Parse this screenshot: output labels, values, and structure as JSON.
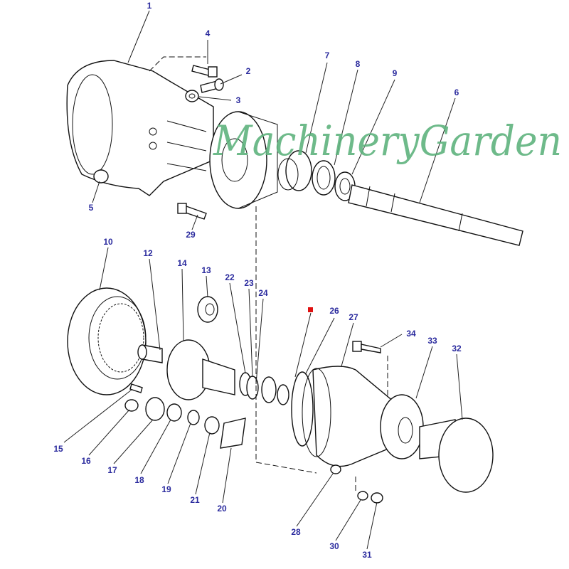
{
  "diagram": {
    "type": "exploded parts diagram",
    "watermark": "MachineryGarden",
    "marker_color": "#e01010",
    "callouts": [
      "1",
      "2",
      "3",
      "4",
      "5",
      "6",
      "7",
      "8",
      "9",
      "10",
      "12",
      "13",
      "14",
      "15",
      "16",
      "17",
      "18",
      "19",
      "20",
      "21",
      "22",
      "23",
      "24",
      "26",
      "27",
      "28",
      "29",
      "30",
      "31",
      "32",
      "33",
      "34"
    ]
  }
}
